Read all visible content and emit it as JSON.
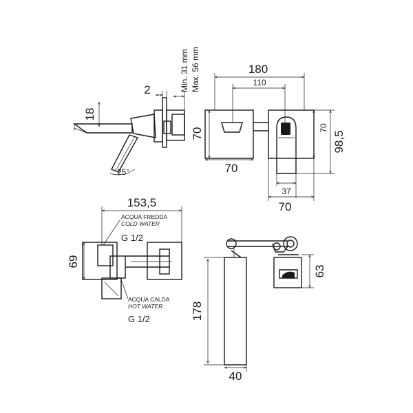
{
  "side_view": {
    "dim_height": "18",
    "dim_angle": "25°",
    "dim_wall": "2",
    "dim_depth_range_min": "Min. 31 mm",
    "dim_depth_range_max": "Max. 56 mm"
  },
  "front_view": {
    "dim_total_width": "180",
    "dim_center_distance": "110",
    "dim_plate_height_left": "70",
    "dim_plate_width_left": "70",
    "dim_plate_height_right": "70",
    "dim_total_height": "98,5",
    "dim_spout_width": "37",
    "dim_plate_width_right": "70"
  },
  "top_view": {
    "dim_total_length": "153,5",
    "dim_height": "69",
    "cold_label_it": "ACQUA FREDDA",
    "cold_label_en": "COLD WATER",
    "cold_thread": "G 1/2",
    "hot_label_it": "ACQUA CALDA",
    "hot_label_en": "HOT WATER",
    "hot_thread": "G 1/2"
  },
  "body_view": {
    "dim_height": "178",
    "dim_width": "40",
    "dim_plate": "63"
  }
}
